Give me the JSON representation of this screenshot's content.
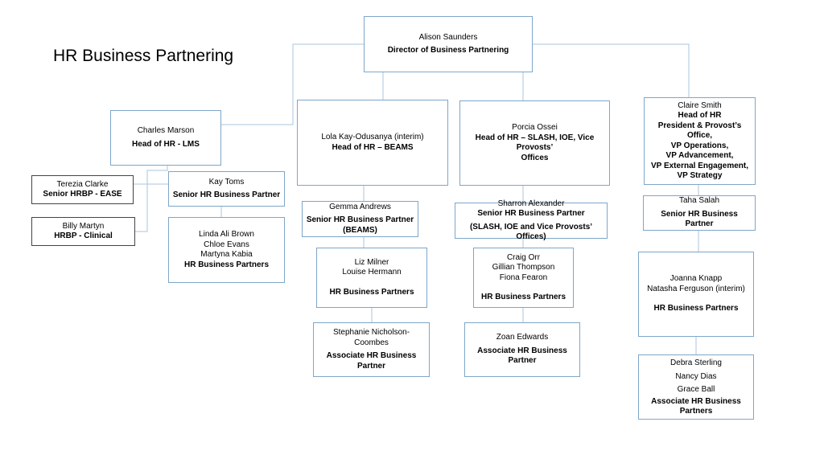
{
  "title": "HR Business Partnering",
  "director": {
    "name": "Alison Saunders",
    "role": "Director of Business Partnering"
  },
  "charles": {
    "name": "Charles Marson",
    "role": "Head of HR - LMS"
  },
  "lola": {
    "name": "Lola Kay-Odusanya (interim)",
    "role": "Head of HR – BEAMS"
  },
  "porcia": {
    "name": "Porcia Ossei",
    "role_lines": [
      "Head of HR – SLASH, IOE, Vice Provosts’",
      "Offices"
    ]
  },
  "claire": {
    "name": "Claire Smith",
    "role_lines": [
      "Head of HR",
      "President & Provost’s Office,",
      "VP Operations,",
      "VP Advancement,",
      "VP External Engagement,",
      "VP Strategy"
    ]
  },
  "terezia": {
    "name": "Terezia Clarke",
    "role": "Senior HRBP - EASE"
  },
  "billy": {
    "name": "Billy Martyn",
    "role": "HRBP - Clinical"
  },
  "kay": {
    "name": "Kay Toms",
    "role": "Senior HR Business Partner"
  },
  "lms_team": {
    "names": [
      "Linda Ali Brown",
      "Chloe Evans",
      "Martyna Kabia"
    ],
    "role": "HR Business Partners"
  },
  "gemma": {
    "name": "Gemma Andrews",
    "role_lines": [
      "Senior HR Business Partner",
      "(BEAMS)"
    ]
  },
  "beams_team": {
    "names": [
      "Liz Milner",
      "Louise Hermann"
    ],
    "role": "HR Business Partners"
  },
  "stephanie": {
    "name": "Stephanie Nicholson-Coombes",
    "role": "Associate HR Business Partner"
  },
  "sharron": {
    "name": "Sharron Alexander",
    "role": "Senior HR Business Partner",
    "role2": "(SLASH, IOE and Vice Provosts’ Offices)"
  },
  "slash_team": {
    "names": [
      "Craig Orr",
      "Gillian Thompson",
      "Fiona Fearon"
    ],
    "role": "HR Business Partners"
  },
  "zoan": {
    "name": "Zoan Edwards",
    "role": "Associate HR Business Partner"
  },
  "taha": {
    "name": "Taha Salah",
    "role": "Senior HR Business Partner"
  },
  "vp_team": {
    "names": [
      "Joanna Knapp",
      "Natasha Ferguson (interim)"
    ],
    "role": "HR Business Partners"
  },
  "vp_assoc": {
    "names": [
      "Debra Sterling",
      "Nancy Dias",
      "Grace Ball"
    ],
    "role_lines": [
      "Associate HR Business",
      "Partners"
    ]
  },
  "colors": {
    "box_border": "#7ea6c9",
    "line": "#a9c4dd",
    "dark_border": "#444444"
  }
}
